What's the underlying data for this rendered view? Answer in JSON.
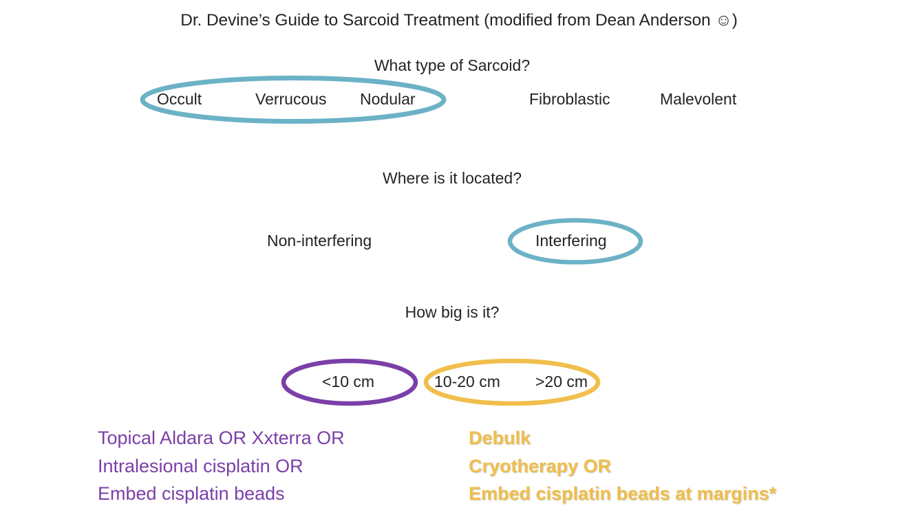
{
  "slide": {
    "title": "Dr. Devine’s Guide to Sarcoid Treatment (modified from Dean Anderson ☺)",
    "title_text": "Dr. Devine’s Guide to Sarcoid Treatment (modified from Dean Anderson ",
    "title_smiley": "☺",
    "title_tail": ")",
    "background": "#FFFFFF"
  },
  "colors": {
    "teal": "#6CB2C6",
    "purple": "#7B3FA8",
    "gold": "#F0BE4B",
    "text": "#242424"
  },
  "sections": [
    {
      "question": "What type of Sarcoid?",
      "options": [
        {
          "label": "Occult",
          "highlighted": true,
          "highlight_color": "#6CB2C6"
        },
        {
          "label": "Verrucous",
          "highlighted": true,
          "highlight_color": "#6CB2C6"
        },
        {
          "label": "Nodular",
          "highlighted": true,
          "highlight_color": "#6CB2C6"
        },
        {
          "label": "Fibroblastic",
          "highlighted": false,
          "highlight_color": ""
        },
        {
          "label": "Malevolent",
          "highlighted": false,
          "highlight_color": ""
        }
      ]
    },
    {
      "question": "Where is it located?",
      "options": [
        {
          "label": "Non-interfering",
          "highlighted": false,
          "highlight_color": ""
        },
        {
          "label": "Interfering",
          "highlighted": true,
          "highlight_color": "#6CB2C6"
        }
      ]
    },
    {
      "question": "How big is it?",
      "options": [
        {
          "label": "<10 cm",
          "highlighted": true,
          "highlight_color": "#7B3FA8"
        },
        {
          "label": "10-20 cm",
          "highlighted": true,
          "highlight_color": "#F0BE4B"
        },
        {
          "label": ">20 cm",
          "highlighted": true,
          "highlight_color": "#F0BE4B"
        }
      ]
    }
  ],
  "treatments": {
    "small": {
      "color": "#7B3FA8",
      "lines": [
        "Topical Aldara OR Xxterra OR",
        "Intralesional cisplatin OR",
        "Embed cisplatin beads"
      ],
      "line1": "Topical Aldara OR Xxterra OR",
      "line2": "Intralesional cisplatin OR",
      "line3": "Embed cisplatin beads"
    },
    "large": {
      "color": "#F0BE4B",
      "lines": [
        "Debulk",
        "Cryotherapy OR",
        "Embed cisplatin beads at margins*"
      ],
      "line1": "Debulk",
      "line2": "Cryotherapy OR",
      "line3": "Embed cisplatin beads at margins*"
    }
  }
}
